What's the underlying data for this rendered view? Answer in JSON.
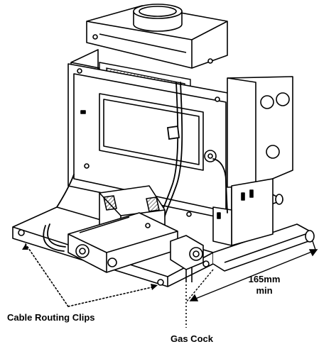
{
  "labels": {
    "dimension_value": "165mm",
    "dimension_qualifier": "min",
    "cable_routing_clips": "Cable Routing Clips",
    "gas_cock": "Gas Cock"
  },
  "colors": {
    "line": "#000000",
    "background": "#ffffff",
    "shade": "#d9d9d9"
  }
}
